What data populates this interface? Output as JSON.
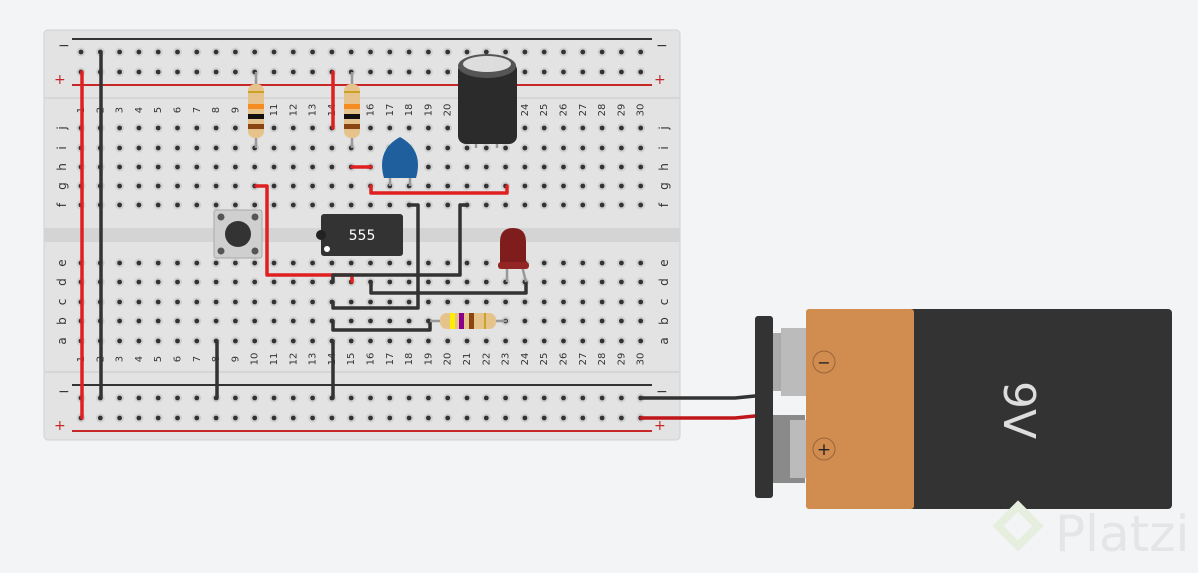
{
  "board": {
    "columns": [
      "1",
      "2",
      "3",
      "4",
      "5",
      "6",
      "7",
      "8",
      "9",
      "10",
      "11",
      "12",
      "13",
      "14",
      "15",
      "16",
      "17",
      "18",
      "19",
      "20",
      "21",
      "22",
      "23",
      "24",
      "25",
      "26",
      "27",
      "28",
      "29",
      "30"
    ],
    "rows_top": [
      "j",
      "i",
      "h",
      "g",
      "f"
    ],
    "rows_bottom": [
      "e",
      "d",
      "c",
      "b",
      "a"
    ],
    "rail_minus": "−",
    "rail_plus": "+"
  },
  "chip": {
    "label": "555"
  },
  "battery": {
    "label": "9V",
    "minus_symbol": "−",
    "plus_symbol": "+"
  },
  "watermark": {
    "text": "Platzi"
  },
  "colors": {
    "board": "#e3e3e3",
    "wire_red": "#e02020",
    "wire_black": "#333333",
    "rail_red": "#c62828",
    "battery_orange": "#d18c50",
    "battery_body": "#333333",
    "led": "#8b1c1c",
    "ceramic_cap": "#1f5f9e"
  }
}
